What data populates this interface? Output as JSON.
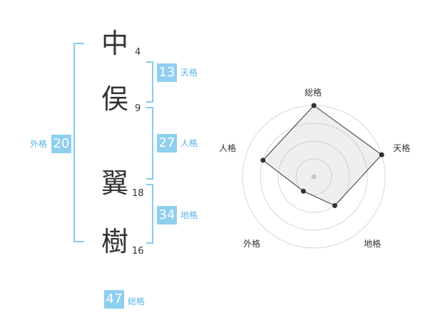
{
  "name": {
    "chars": [
      {
        "char": "中",
        "strokes": "4"
      },
      {
        "char": "俣",
        "strokes": "9"
      },
      {
        "char": "翼",
        "strokes": "18"
      },
      {
        "char": "樹",
        "strokes": "16"
      }
    ]
  },
  "fortunes": {
    "ten": {
      "value": "13",
      "label": "天格"
    },
    "jin": {
      "value": "27",
      "label": "人格"
    },
    "chi": {
      "value": "34",
      "label": "地格"
    },
    "gai": {
      "value": "20",
      "label": "外格"
    },
    "sou": {
      "value": "47",
      "label": "総格"
    }
  },
  "colors": {
    "accent": "#8ecfef",
    "accent_text": "#5ab4e5",
    "bracket": "#88ccee"
  },
  "chart_data": {
    "type": "radar",
    "axes": [
      "総格",
      "天格",
      "地格",
      "外格",
      "人格"
    ],
    "rings": 4,
    "max": 4,
    "values": [
      4,
      4,
      2,
      1,
      3
    ]
  }
}
